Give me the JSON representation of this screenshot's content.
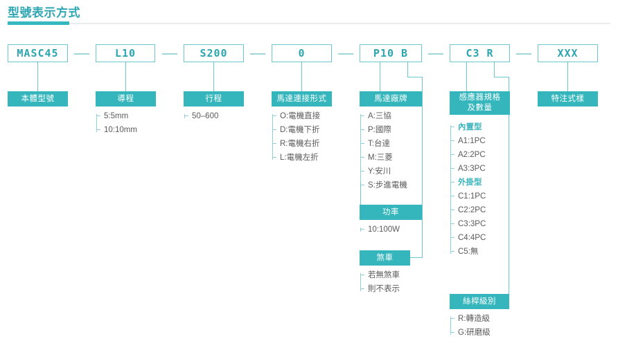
{
  "header": {
    "title": "型號表示方式",
    "accent_color": "#35b8c0",
    "rule_color": "#e8eef0"
  },
  "colors": {
    "teal_fill": "#35b6bd",
    "teal_border": "#6cc6ce",
    "teal_text": "#2ba5ae",
    "body_text": "#5a5a5a"
  },
  "code_boxes": [
    {
      "code": "MASC45"
    },
    {
      "code": "L10"
    },
    {
      "code": "S200"
    },
    {
      "code": "0"
    },
    {
      "code": "P10  B"
    },
    {
      "code": "C3  R"
    },
    {
      "code": "XXX"
    }
  ],
  "separators": [
    "—",
    "—",
    "—",
    "—",
    "—",
    "—"
  ],
  "groups": [
    {
      "name": "body-model",
      "label": "本體型號",
      "options": []
    },
    {
      "name": "lead",
      "label": "導程",
      "options": [
        "5:5mm",
        "10:10mm"
      ]
    },
    {
      "name": "stroke",
      "label": "行程",
      "options": [
        "50–600"
      ]
    },
    {
      "name": "motor-mount",
      "label": "馬達連接形式",
      "options": [
        "O:電機直接",
        "D:電機下折",
        "R:電機右折",
        "L:電機左折"
      ]
    },
    {
      "name": "motor-brand",
      "label": "馬達廠牌",
      "options": [
        "A:三協",
        "P:國際",
        "T:台達",
        "M:三菱",
        "Y:安川",
        "S:步進電機"
      ]
    },
    {
      "name": "power",
      "label": "功率",
      "options": [
        "10:100W"
      ]
    },
    {
      "name": "brake",
      "label": "煞車",
      "options": [
        "若無煞車",
        "則不表示"
      ]
    },
    {
      "name": "sensor-spec",
      "label": "感應器規格\n及數量",
      "label_line1": "感應器規格",
      "label_line2": "及數量",
      "options": [
        {
          "text": "內置型",
          "heading": true
        },
        {
          "text": "A1:1PC",
          "heading": false
        },
        {
          "text": "A2:2PC",
          "heading": false
        },
        {
          "text": "A3:3PC",
          "heading": false
        },
        {
          "text": "外掛型",
          "heading": true
        },
        {
          "text": "C1:1PC",
          "heading": false
        },
        {
          "text": "C2:2PC",
          "heading": false
        },
        {
          "text": "C3:3PC",
          "heading": false
        },
        {
          "text": "C4:4PC",
          "heading": false
        },
        {
          "text": "C5:無",
          "heading": false
        }
      ]
    },
    {
      "name": "screw-grade",
      "label": "絲桿級別",
      "options": [
        "R:轉造級",
        "G:研磨級"
      ]
    },
    {
      "name": "special-spec",
      "label": "特注式樣",
      "options": []
    }
  ]
}
